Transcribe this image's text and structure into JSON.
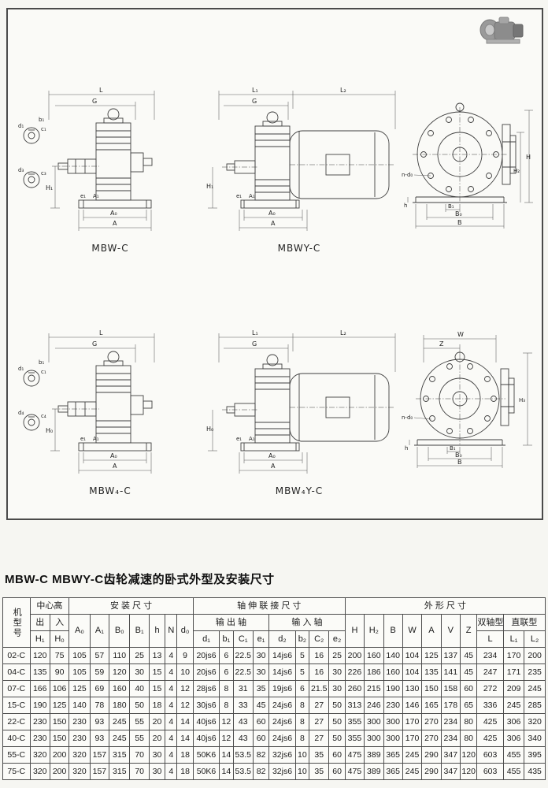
{
  "page": {
    "title": "MBW-C MBWY-C齿轮减速的卧式外型及安装尺寸"
  },
  "figures": {
    "fig1": {
      "caption": "MBW-C",
      "labels": {
        "L": "L",
        "G": "G",
        "H1": "H₁",
        "e1": "e₁",
        "A1": "A₁",
        "A0": "A₀",
        "A": "A",
        "d1": "d₁",
        "b1": "b₁",
        "c1": "c₁",
        "d3": "d₃",
        "c3": "c₃"
      }
    },
    "fig2": {
      "caption": "MBWY-C",
      "labels": {
        "L1": "L₁",
        "L2": "L₂",
        "G": "G",
        "H1": "H₁",
        "e1": "e₁",
        "A1": "A₁",
        "A0": "A₀",
        "A": "A"
      }
    },
    "fig3": {
      "labels": {
        "H": "H",
        "H2": "H₂",
        "B": "B",
        "B0": "B₀",
        "B1": "B₁",
        "h": "h",
        "nd0": "n-d₀"
      }
    },
    "fig4": {
      "caption": "MBW₄-C",
      "labels": {
        "L": "L",
        "G": "G",
        "H0": "H₀",
        "e1": "e₁",
        "A1": "A₁",
        "A0": "A₀",
        "A": "A",
        "d1": "d₁",
        "b1": "b₁",
        "c1": "c₁",
        "d4": "d₄",
        "c4": "c₄"
      }
    },
    "fig5": {
      "caption": "MBW₄Y-C",
      "labels": {
        "L1": "L₁",
        "L2": "L₂",
        "G": "G",
        "H0": "H₀",
        "e1": "e₁",
        "A1": "A₁",
        "A0": "A₀",
        "A": "A"
      }
    },
    "fig6": {
      "labels": {
        "W": "W",
        "Z": "Z",
        "H3": "H₃",
        "B": "B",
        "B0": "B₀",
        "B1": "B₁",
        "h": "h",
        "nd0": "n-d₀"
      }
    }
  },
  "table": {
    "h_model": "机型号",
    "h_center_height": "中心高",
    "h_install": "安 装 尺 寸",
    "h_shaft": "轴 伸 联 接 尺 寸",
    "h_outline": "外 形 尺 寸",
    "h_out": "出",
    "h_in": "入",
    "h_output_shaft": "输 出 轴",
    "h_input_shaft": "输 入 轴",
    "h_double": "双轴型",
    "h_direct": "直联型",
    "center_cols": [
      "H₁",
      "H₀"
    ],
    "install_cols": [
      "A₀",
      "A₁",
      "B₀",
      "B₁",
      "h",
      "N",
      "d₀"
    ],
    "output_cols": [
      "d₁",
      "b₁",
      "C₁",
      "e₁"
    ],
    "input_cols": [
      "d₂",
      "b₂",
      "C₂",
      "e₂"
    ],
    "outline_cols": [
      "H",
      "H₂",
      "B",
      "W",
      "A",
      "V",
      "Z"
    ],
    "L_col": "L",
    "direct_cols": [
      "L₁",
      "L₂"
    ],
    "rows": [
      [
        "02-C",
        "120",
        "75",
        "105",
        "57",
        "110",
        "25",
        "13",
        "4",
        "9",
        "20js6",
        "6",
        "22.5",
        "30",
        "14js6",
        "5",
        "16",
        "25",
        "200",
        "160",
        "140",
        "104",
        "125",
        "137",
        "45",
        "234",
        "170",
        "200"
      ],
      [
        "04-C",
        "135",
        "90",
        "105",
        "59",
        "120",
        "30",
        "15",
        "4",
        "10",
        "20js6",
        "6",
        "22.5",
        "30",
        "14js6",
        "5",
        "16",
        "30",
        "226",
        "186",
        "160",
        "104",
        "135",
        "141",
        "45",
        "247",
        "171",
        "235"
      ],
      [
        "07-C",
        "166",
        "106",
        "125",
        "69",
        "160",
        "40",
        "15",
        "4",
        "12",
        "28js6",
        "8",
        "31",
        "35",
        "19js6",
        "6",
        "21.5",
        "30",
        "260",
        "215",
        "190",
        "130",
        "150",
        "158",
        "60",
        "272",
        "209",
        "245"
      ],
      [
        "15-C",
        "190",
        "125",
        "140",
        "78",
        "180",
        "50",
        "18",
        "4",
        "12",
        "30js6",
        "8",
        "33",
        "45",
        "24js6",
        "8",
        "27",
        "50",
        "313",
        "246",
        "230",
        "146",
        "165",
        "178",
        "65",
        "336",
        "245",
        "285"
      ],
      [
        "22-C",
        "230",
        "150",
        "230",
        "93",
        "245",
        "55",
        "20",
        "4",
        "14",
        "40js6",
        "12",
        "43",
        "60",
        "24js6",
        "8",
        "27",
        "50",
        "355",
        "300",
        "300",
        "170",
        "270",
        "234",
        "80",
        "425",
        "306",
        "320"
      ],
      [
        "40-C",
        "230",
        "150",
        "230",
        "93",
        "245",
        "55",
        "20",
        "4",
        "14",
        "40js6",
        "12",
        "43",
        "60",
        "24js6",
        "8",
        "27",
        "50",
        "355",
        "300",
        "300",
        "170",
        "270",
        "234",
        "80",
        "425",
        "306",
        "340"
      ],
      [
        "55-C",
        "320",
        "200",
        "320",
        "157",
        "315",
        "70",
        "30",
        "4",
        "18",
        "50K6",
        "14",
        "53.5",
        "82",
        "32js6",
        "10",
        "35",
        "60",
        "475",
        "389",
        "365",
        "245",
        "290",
        "347",
        "120",
        "603",
        "455",
        "395"
      ],
      [
        "75-C",
        "320",
        "200",
        "320",
        "157",
        "315",
        "70",
        "30",
        "4",
        "18",
        "50K6",
        "14",
        "53.5",
        "82",
        "32js6",
        "10",
        "35",
        "60",
        "475",
        "389",
        "365",
        "245",
        "290",
        "347",
        "120",
        "603",
        "455",
        "435"
      ]
    ]
  }
}
